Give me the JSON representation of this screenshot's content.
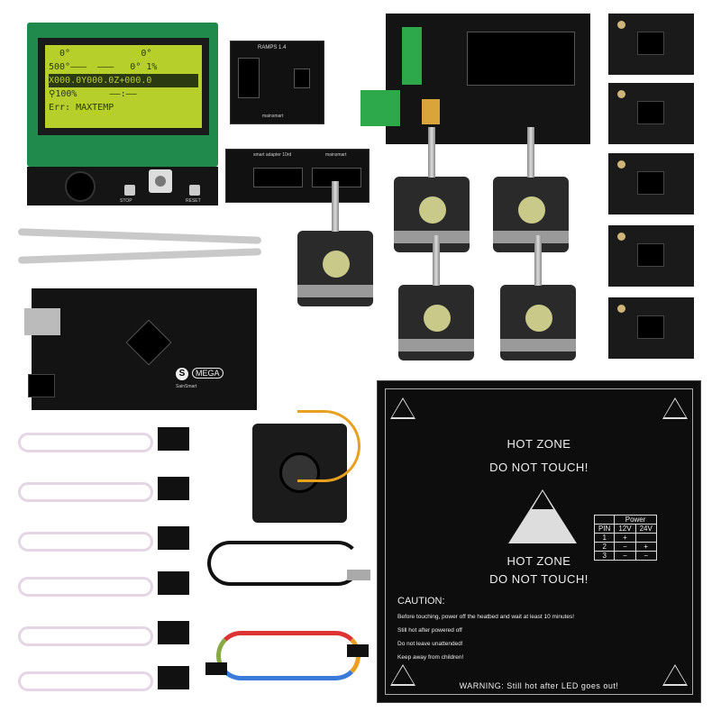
{
  "lcd": {
    "row1": "  0°             0°",
    "row2": "500°———  ———   0° 1%",
    "row3": "X000.0Y000.0Z+000.0",
    "row4": "⚲100%      ——:——",
    "row5": "Err: MAXTEMP",
    "stop_label": "STOP",
    "reset_label": "RESET"
  },
  "adapter": {
    "title": "RAMPS 1.4",
    "brand": "mainsmart"
  },
  "adapter2": {
    "label": "smart adapter 10rd",
    "brand": "mainsmart"
  },
  "mega": {
    "logo": "S",
    "label": "MEGA",
    "brand": "SainSmart"
  },
  "heatbed": {
    "hot_zone_1": "HOT ZONE",
    "do_not_touch_1": "DO NOT TOUCH!",
    "hot_zone_2": "HOT ZONE",
    "do_not_touch_2": "DO NOT TOUCH!",
    "caution_title": "CAUTION:",
    "caution_lines": [
      "Before touching, power off the heatbed and wait at least 10 minutes!",
      "Still hot after powered off",
      "Do not leave unattended!",
      "Keep away from children!"
    ],
    "warning": "WARNING: Still hot after LED goes out!",
    "power_table": {
      "title": "Power",
      "headers": [
        "PIN",
        "12V",
        "24V"
      ],
      "rows": [
        [
          "1",
          "+",
          ""
        ],
        [
          "2",
          "−",
          "+"
        ],
        [
          "3",
          "−",
          "−"
        ]
      ]
    }
  },
  "colors": {
    "lcd_pcb": "#1f8a4c",
    "lcd_screen": "#b7cf2a",
    "terminal": "#2da84a",
    "board": "#131313"
  }
}
